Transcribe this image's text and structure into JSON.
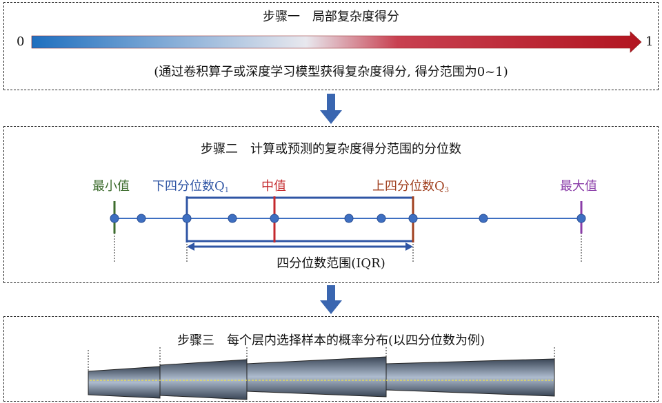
{
  "colors": {
    "blue": "#2f55a4",
    "red": "#c4282c",
    "dark_red": "#a0401f",
    "green": "#3d6c2e",
    "purple": "#8a3da8",
    "dot": "#3e6fc1",
    "flow_arrow": "#3a66b0"
  },
  "step1": {
    "title": "步骤一　局部复杂度得分",
    "scale_start": "0",
    "scale_end": "1",
    "note": "(通过卷积算子或深度学习模型获得复杂度得分, 得分范围为0~1)"
  },
  "step2": {
    "title": "步骤二　计算或预测的复杂度得分范围的分位数",
    "min_label": "最小值",
    "q1_label": "下四分位数Q",
    "q1_sub": "1",
    "median_label": "中值",
    "q3_label": "上四分位数Q",
    "q3_sub": "3",
    "max_label": "最大值",
    "iqr_label": "四分位数范围(IQR)"
  },
  "step3": {
    "title": "步骤三　每个层内选择样本的概率分布(以四分位数为例)"
  }
}
